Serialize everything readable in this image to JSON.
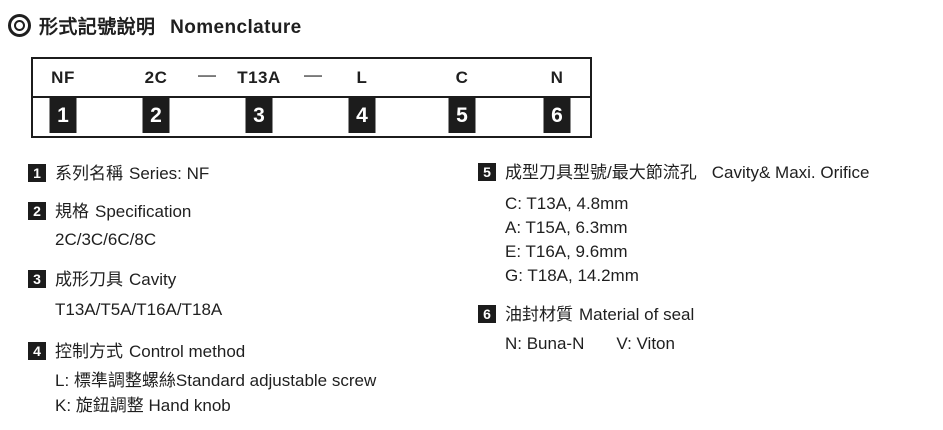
{
  "colors": {
    "ink": "#1c1c1c",
    "dash_gray": "#787878",
    "background": "#ffffff"
  },
  "header": {
    "title_zh": "形式記號說明",
    "title_en": "Nomenclature"
  },
  "diagram": {
    "segments": [
      {
        "code": "NF",
        "num": "1"
      },
      {
        "code": "2C",
        "num": "2"
      },
      {
        "code": "T13A",
        "num": "3"
      },
      {
        "code": "L",
        "num": "4"
      },
      {
        "code": "C",
        "num": "5"
      },
      {
        "code": "N",
        "num": "6"
      }
    ],
    "separators": [
      "—",
      "—"
    ]
  },
  "items": [
    {
      "num": "1",
      "title_zh": "系列名稱",
      "title_en": "Series: NF",
      "lines": []
    },
    {
      "num": "2",
      "title_zh": "規格",
      "title_en": "Specification",
      "lines": [
        "2C/3C/6C/8C"
      ]
    },
    {
      "num": "3",
      "title_zh": "成形刀具",
      "title_en": "Cavity",
      "lines": [
        "T13A/T5A/T16A/T18A"
      ]
    },
    {
      "num": "4",
      "title_zh": "控制方式",
      "title_en": "Control method",
      "lines": [
        "L: 標準調整螺絲Standard adjustable screw",
        "K: 旋鈕調整 Hand knob"
      ]
    },
    {
      "num": "5",
      "title_zh": "成型刀具型號/最大節流孔",
      "title_en": "Cavity& Maxi. Orifice",
      "lines": [
        "C: T13A, 4.8mm",
        "A: T15A, 6.3mm",
        "E: T16A, 9.6mm",
        "G: T18A, 14.2mm"
      ]
    },
    {
      "num": "6",
      "title_zh": "油封材質",
      "title_en": "Material of seal",
      "options": [
        "N: Buna-N",
        "V: Viton"
      ]
    }
  ]
}
